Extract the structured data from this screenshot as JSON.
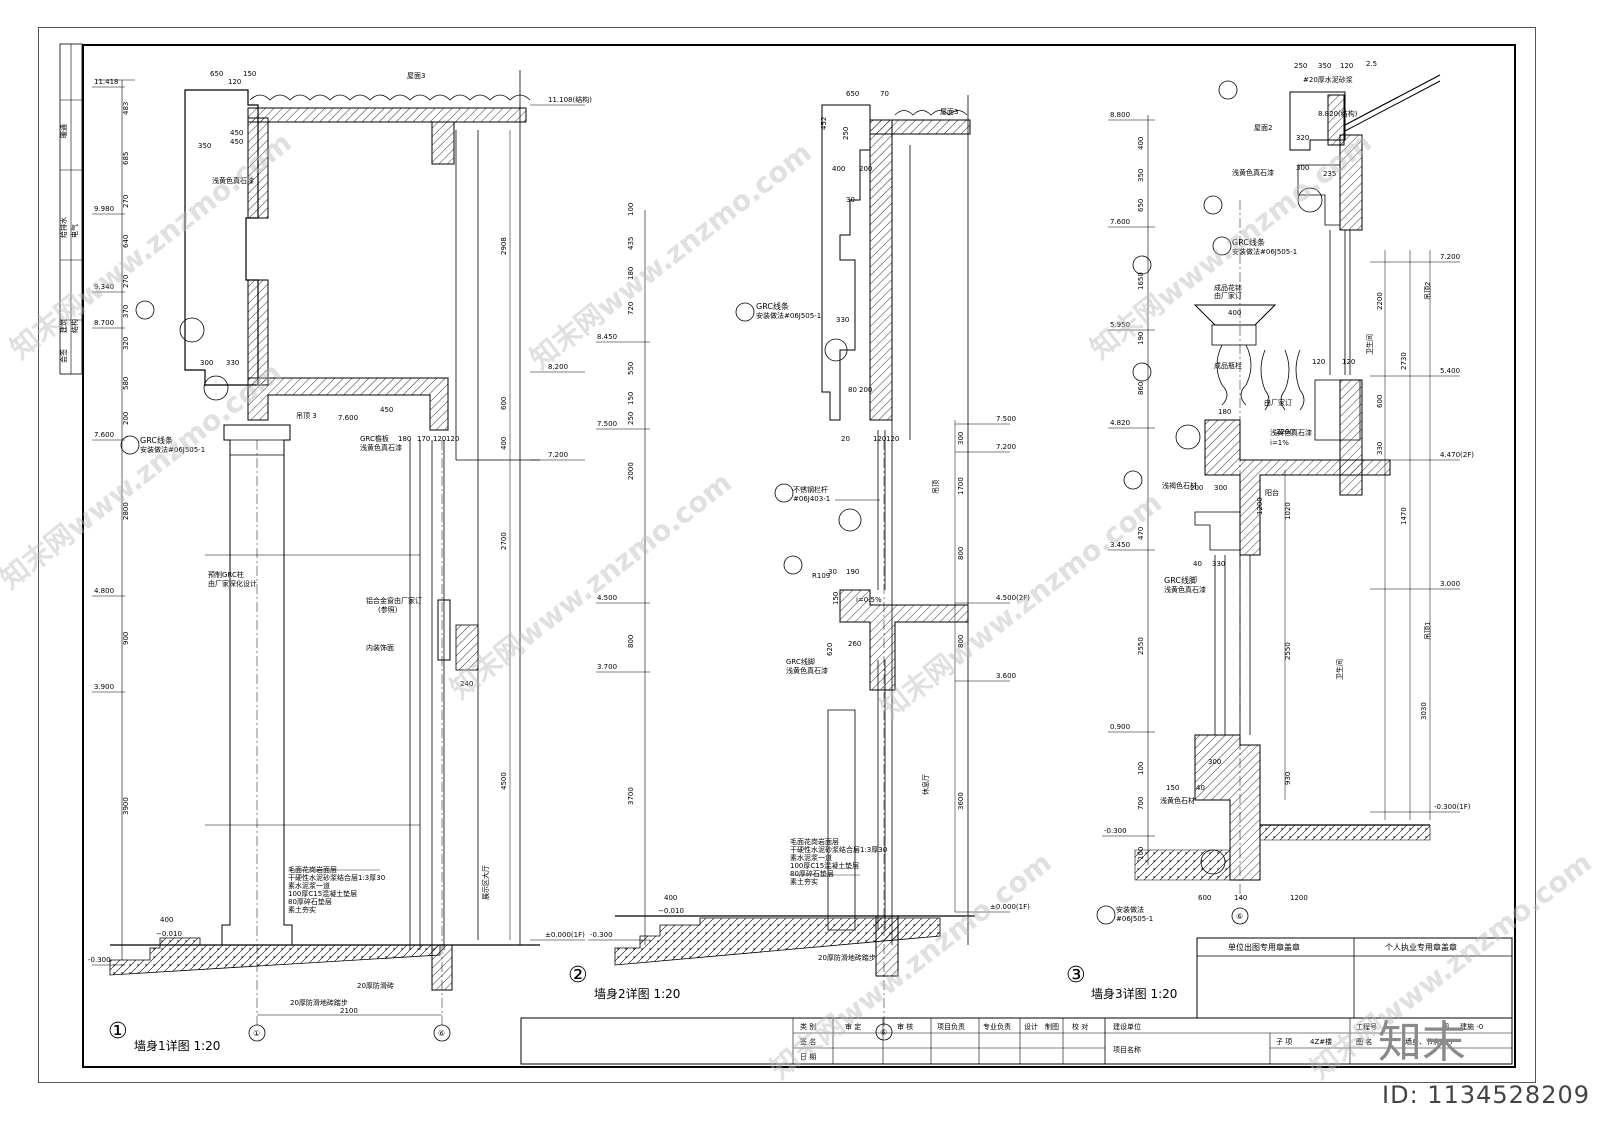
{
  "drawings": [
    {
      "number": "①",
      "title": "墙身1详图  1:20",
      "elevations": [
        "11.418",
        "9.980",
        "9.340",
        "8.700",
        "7.600",
        "4.800",
        "3.900",
        "-0.300"
      ],
      "right_elevations": [
        "11.108(结构)",
        "8.200",
        "7.200",
        "±0.000(1F)"
      ],
      "top_dims": [
        "650",
        "120",
        "150"
      ],
      "vertical_dims": [
        "483",
        "685",
        "270",
        "640",
        "270",
        "370",
        "320",
        "580",
        "200",
        "2800",
        "900",
        "3900"
      ],
      "right_dims": [
        "2908",
        "600",
        "400",
        "2700",
        "4500"
      ],
      "notes": [
        "屋面3",
        "GRC线条",
        "安装做法#06J505-1",
        "预制GRC柱",
        "由厂家深化设计",
        "铝合金窗由厂家订",
        "(参照)",
        "内装饰面",
        "20厚防滑砖",
        "吊顶 3",
        "GRC檐板",
        "浅黄色真石漆",
        "毛面花岗岩面层",
        "干硬性水泥砂浆结合层1:3厚30",
        "素水泥浆一道",
        "100厚C15混凝土垫层",
        "80厚碎石垫层",
        "素土夯实",
        "20厚防滑地砖踏步",
        "展示区大厅",
        "浅黄色真石漆"
      ],
      "small_dims": [
        "350",
        "450",
        "450",
        "300",
        "330",
        "7.600",
        "450",
        "180",
        "170",
        "120",
        "120",
        "240",
        "400",
        "−0.010",
        "2100"
      ],
      "axes": [
        "①",
        "⑥"
      ]
    },
    {
      "number": "②",
      "title": "墙身2详图  1:20",
      "elevations": [
        "8.450",
        "7.500",
        "4.500",
        "3.700",
        "-0.300"
      ],
      "right_elevations": [
        "7.500",
        "7.200",
        "4.500(2F)",
        "3.600",
        "±0.000(1F)"
      ],
      "top_dims": [
        "650",
        "70"
      ],
      "vertical_dims": [
        "100",
        "435",
        "180",
        "720",
        "550",
        "150",
        "250",
        "2000",
        "800",
        "3700"
      ],
      "right_dims": [
        "300",
        "1700",
        "800",
        "800",
        "3600"
      ],
      "notes": [
        "屋面3",
        "GRC线条",
        "安装做法#06J505-1",
        "不锈钢栏杆",
        "#06J403-1",
        "GRC线脚",
        "浅黄色真石漆",
        "R109",
        "i=0.5%",
        "吊顶",
        "休息厅",
        "毛面花岗岩面层",
        "干硬性水泥砂浆结合层1:3厚30",
        "素水泥浆一道",
        "100厚C15混凝土垫层",
        "80厚碎石垫层",
        "素土夯实",
        "20厚防滑地砖踏步"
      ],
      "small_dims": [
        "452",
        "400",
        "250",
        "200",
        "30",
        "330",
        "200",
        "80",
        "20",
        "120",
        "120",
        "30",
        "190",
        "150",
        "620",
        "260",
        "400",
        "−0.010"
      ],
      "axes": [
        "⑥"
      ]
    },
    {
      "number": "③",
      "title": "墙身3详图  1:20",
      "elevations": [
        "8.800",
        "7.600",
        "5.950",
        "4.820",
        "3.450",
        "0.900",
        "-0.300"
      ],
      "right_elevations": [
        "7.200",
        "5.400",
        "4.470(2F)",
        "3.000",
        "-0.300(1F)"
      ],
      "top_dims": [
        "250",
        "350",
        "120",
        "2.5"
      ],
      "vertical_dims": [
        "400",
        "350",
        "650",
        "1650",
        "190",
        "860",
        "470",
        "2550",
        "100",
        "700",
        "100"
      ],
      "right_dims": [
        "2200",
        "2730",
        "600",
        "330",
        "1020",
        "1470",
        "2550",
        "3030",
        "930"
      ],
      "notes": [
        "#20厚水泥砂浆",
        "屋面2",
        "浅黄色真石漆",
        "GRC线条",
        "安装做法#06J505-1",
        "成品花钵",
        "由厂家订",
        "成品瓶栏",
        "由厂家订",
        "浅黄色真石漆",
        "GRC线脚",
        "浅黄色真石漆",
        "卫生间",
        "吊顶2",
        "吊顶1",
        "卫生间",
        "浅褐色石材",
        "阳台",
        "i=1%",
        "浅黄色石材",
        "安装做法",
        "#06J505-1",
        "8.820(结构)"
      ],
      "small_dims": [
        "320",
        "300",
        "235",
        "400",
        "120",
        "120",
        "180",
        "2200",
        "300",
        "40",
        "330",
        "200",
        "300",
        "1200",
        "600",
        "140",
        "40",
        "150",
        "1200"
      ],
      "axes": [
        "⑥"
      ]
    }
  ],
  "title_block": {
    "seal_unit": "单位出图专用章盖章",
    "seal_personal": "个人执业专用章盖章",
    "row_labels": [
      "类 别",
      "签 名",
      "日 期"
    ],
    "roles": [
      "审 定",
      "审 核",
      "项目负责",
      "专业负责",
      "设计",
      "制图",
      "校 对"
    ],
    "construction_unit": "建设单位",
    "project_name_label": "项目名称",
    "project_no_label": "工程号",
    "sub_item_label": "子 项",
    "sub_item": "4Z#楼",
    "drawing_name_label": "图 名",
    "drawing_name": "墙身、节点(一)",
    "drawing_no_label": "图",
    "drawing_no": "建施 -0"
  },
  "side_strip": [
    "暖通",
    "给排水",
    "电气",
    "建筑",
    "结构",
    "会签"
  ],
  "watermark_text": "知末网www.znzmo.com",
  "logo_text": "知末",
  "id_text": "ID: 1134528209"
}
